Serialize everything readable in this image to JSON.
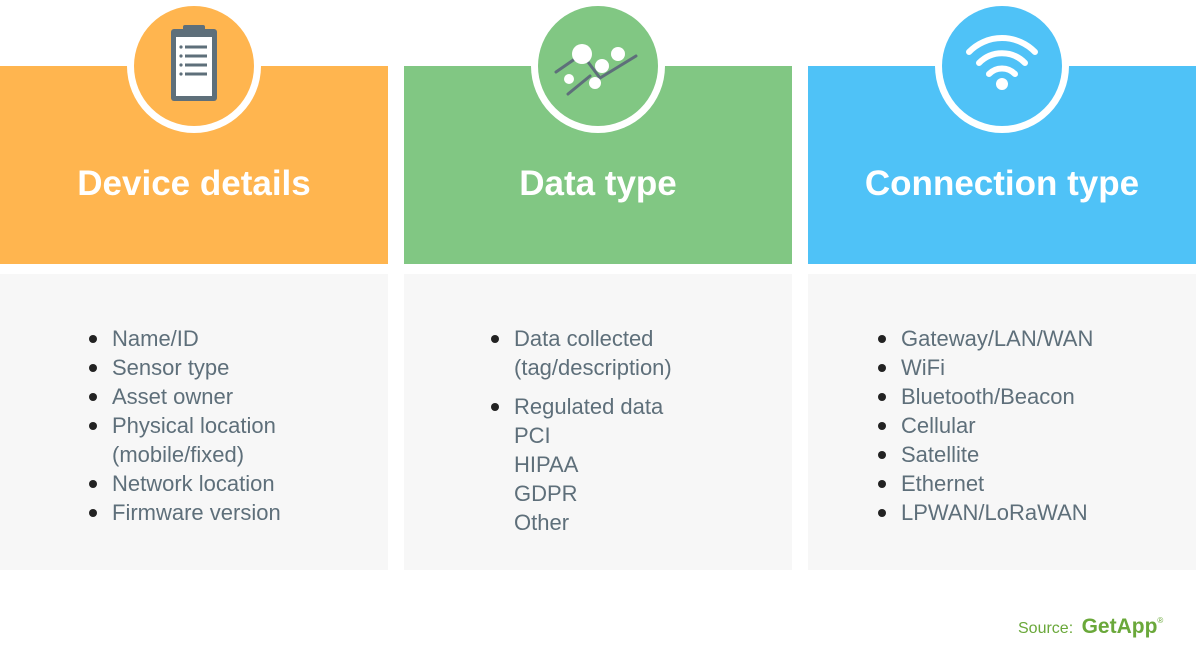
{
  "colors": {
    "orange": "#ffb54f",
    "green": "#81c783",
    "blue": "#4fc2f7",
    "panel": "#f7f7f7",
    "text": "#5e6f7a",
    "brand": "#6aa83a"
  },
  "columns": [
    {
      "title": "Device details",
      "icon": "clipboard-icon",
      "items": [
        {
          "lines": [
            "Name/ID"
          ]
        },
        {
          "lines": [
            "Sensor type"
          ]
        },
        {
          "lines": [
            "Asset owner"
          ]
        },
        {
          "lines": [
            "Physical location",
            "(mobile/fixed)"
          ]
        },
        {
          "lines": [
            "Network location"
          ]
        },
        {
          "lines": [
            "Firmware version"
          ]
        }
      ]
    },
    {
      "title": "Data type",
      "icon": "data-points-icon",
      "items": [
        {
          "lines": [
            "Data collected",
            "(tag/description)"
          ]
        },
        {
          "lines": [
            "Regulated data",
            "PCI",
            "HIPAA",
            "GDPR",
            "Other"
          ]
        }
      ]
    },
    {
      "title": "Connection type",
      "icon": "wifi-icon",
      "items": [
        {
          "lines": [
            "Gateway/LAN/WAN"
          ]
        },
        {
          "lines": [
            "WiFi"
          ]
        },
        {
          "lines": [
            "Bluetooth/Beacon"
          ]
        },
        {
          "lines": [
            "Cellular"
          ]
        },
        {
          "lines": [
            "Satellite"
          ]
        },
        {
          "lines": [
            "Ethernet"
          ]
        },
        {
          "lines": [
            "LPWAN/LoRaWAN"
          ]
        }
      ]
    }
  ],
  "source": {
    "label": "Source:",
    "brand": "GetApp",
    "mark": "®"
  }
}
